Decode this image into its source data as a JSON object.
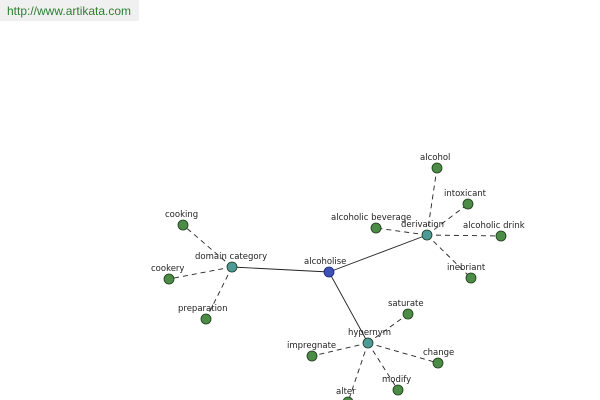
{
  "source_link": {
    "text": "http://www.artikata.com"
  },
  "graph": {
    "root": {
      "id": "alcoholise",
      "label": "alcoholise",
      "fill": "#3f51b5",
      "stroke": "#1a237e"
    },
    "hubs": [
      {
        "id": "domain-category",
        "label": "domain category",
        "fill": "#4e9a98"
      },
      {
        "id": "derivation",
        "label": "derivation",
        "fill": "#4e9a98"
      },
      {
        "id": "hypernym",
        "label": "hypernym",
        "fill": "#4e9a98"
      }
    ],
    "leaves": {
      "domain-category": [
        {
          "id": "cooking",
          "label": "cooking"
        },
        {
          "id": "cookery",
          "label": "cookery"
        },
        {
          "id": "preparation",
          "label": "preparation"
        }
      ],
      "derivation": [
        {
          "id": "alcohol",
          "label": "alcohol"
        },
        {
          "id": "intoxicant",
          "label": "intoxicant"
        },
        {
          "id": "alcoholic-beverage",
          "label": "alcoholic beverage"
        },
        {
          "id": "alcoholic-drink",
          "label": "alcoholic drink"
        },
        {
          "id": "inebriant",
          "label": "inebriant"
        }
      ],
      "hypernym": [
        {
          "id": "saturate",
          "label": "saturate"
        },
        {
          "id": "impregnate",
          "label": "impregnate"
        },
        {
          "id": "change",
          "label": "change"
        },
        {
          "id": "modify",
          "label": "modify"
        },
        {
          "id": "alter",
          "label": "alter"
        }
      ]
    },
    "leaf_fill": "#4c8c46",
    "node_stroke": "#1b3a18",
    "edge_color": "#222222"
  }
}
